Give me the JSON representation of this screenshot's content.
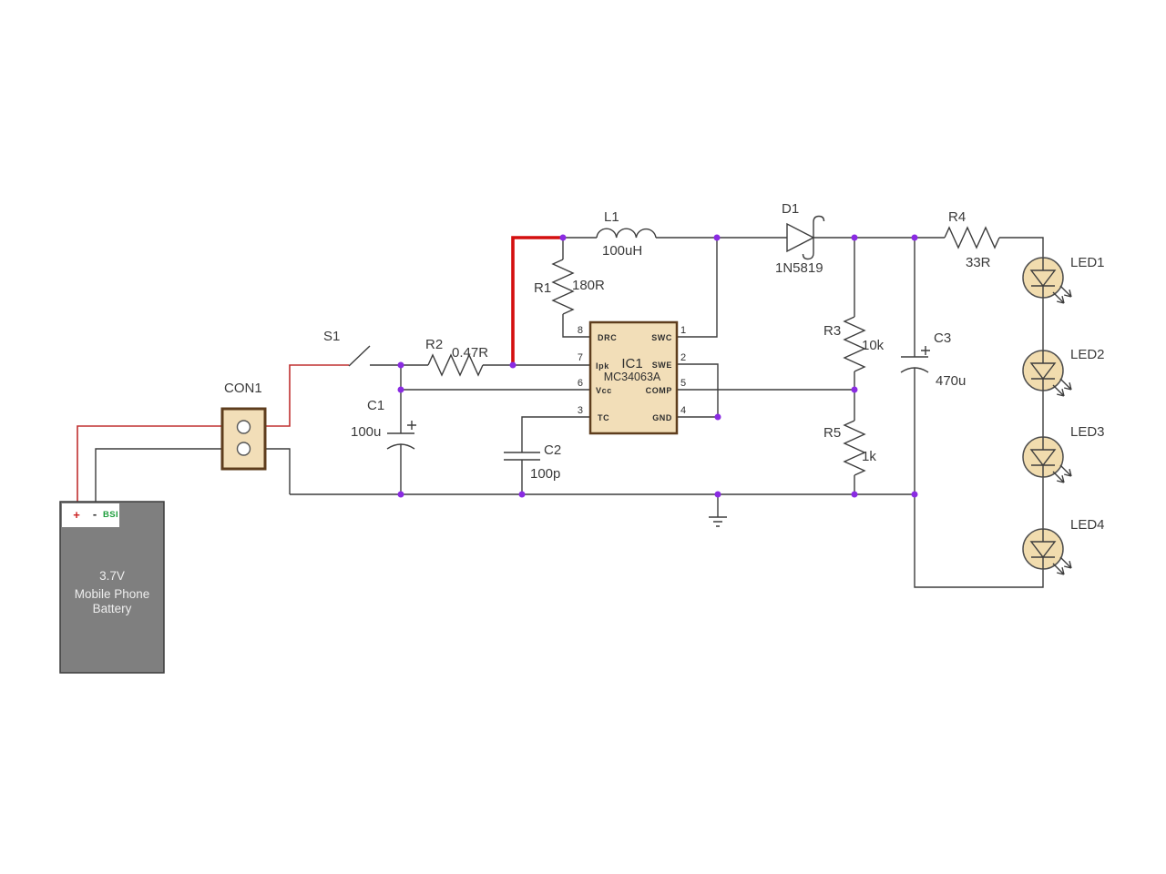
{
  "colors": {
    "background": "#ffffff",
    "wire": "#3d3d3d",
    "label_text": "#3a3a3a",
    "positive_wire": "#c03030",
    "highlight_net": "#d40f0f",
    "junction_dot": "#8a2be2",
    "component_fill": "#f2deb8",
    "component_border": "#5e3d1d",
    "led_fill": "#f1dcae",
    "battery_fill": "#7f7f7f",
    "battery_text": "#ededed",
    "bsi_green": "#1e9e3c",
    "plus_red": "#cc2222"
  },
  "components": {
    "battery": {
      "plus": "+",
      "minus": "-",
      "bsi": "BSI",
      "voltage": "3.7V",
      "desc_line1": "Mobile Phone",
      "desc_line2": "Battery"
    },
    "con1": {
      "label": "CON1"
    },
    "s1": {
      "label": "S1"
    },
    "r1": {
      "label": "R1",
      "value": "180R"
    },
    "r2": {
      "label": "R2",
      "value": "0.47R"
    },
    "r3": {
      "label": "R3",
      "value": "10k"
    },
    "r4": {
      "label": "R4",
      "value": "33R"
    },
    "r5": {
      "label": "R5",
      "value": "1k"
    },
    "c1": {
      "label": "C1",
      "value": "100u"
    },
    "c2": {
      "label": "C2",
      "value": "100p"
    },
    "c3": {
      "label": "C3",
      "value": "470u"
    },
    "l1": {
      "label": "L1",
      "value": "100uH"
    },
    "d1": {
      "label": "D1",
      "value": "1N5819"
    },
    "ic1": {
      "label": "IC1",
      "part": "MC34063A",
      "pins": {
        "p1": {
          "num": "1",
          "name": "SWC"
        },
        "p2": {
          "num": "2",
          "name": "SWE"
        },
        "p3": {
          "num": "3",
          "name": "TC"
        },
        "p4": {
          "num": "4",
          "name": "GND"
        },
        "p5": {
          "num": "5",
          "name": "COMP"
        },
        "p6": {
          "num": "6",
          "name": "Vcc"
        },
        "p7": {
          "num": "7",
          "name": "Ipk"
        },
        "p8": {
          "num": "8",
          "name": "DRC"
        }
      }
    },
    "led1": {
      "label": "LED1"
    },
    "led2": {
      "label": "LED2"
    },
    "led3": {
      "label": "LED3"
    },
    "led4": {
      "label": "LED4"
    }
  }
}
